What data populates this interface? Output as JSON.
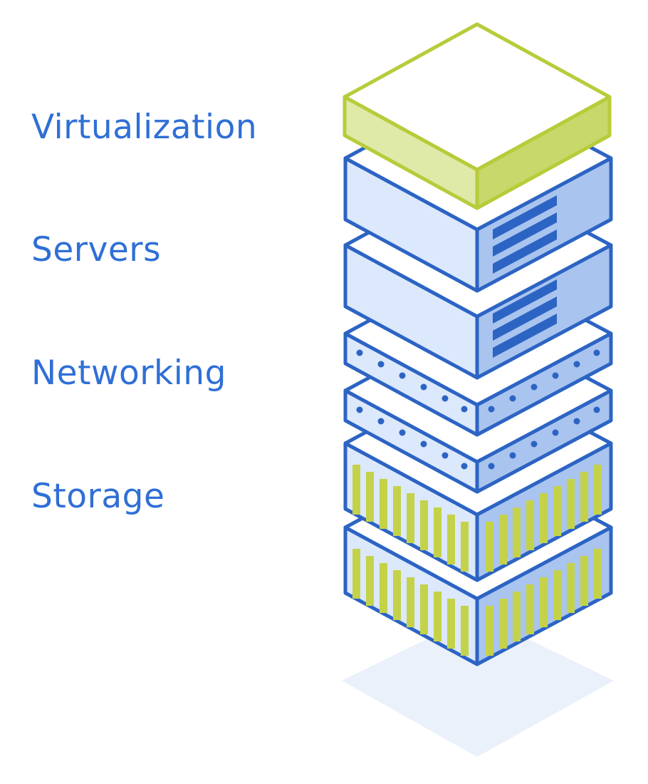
{
  "layers": [
    {
      "label": "Virtualization"
    },
    {
      "label": "Servers"
    },
    {
      "label": "Networking"
    },
    {
      "label": "Storage"
    }
  ],
  "colors": {
    "label_text": "#2f6fd6",
    "outline": "#2c64c4",
    "server_face": "#dce8fb",
    "server_side": "#a9c4ee",
    "virtualization_rim": "#b8cb3a",
    "virtualization_side": "#dfe9a8",
    "storage_bars": "#c4d24a",
    "shadow": "#eaf1fb"
  },
  "icons": [
    "server-rack-icon"
  ]
}
